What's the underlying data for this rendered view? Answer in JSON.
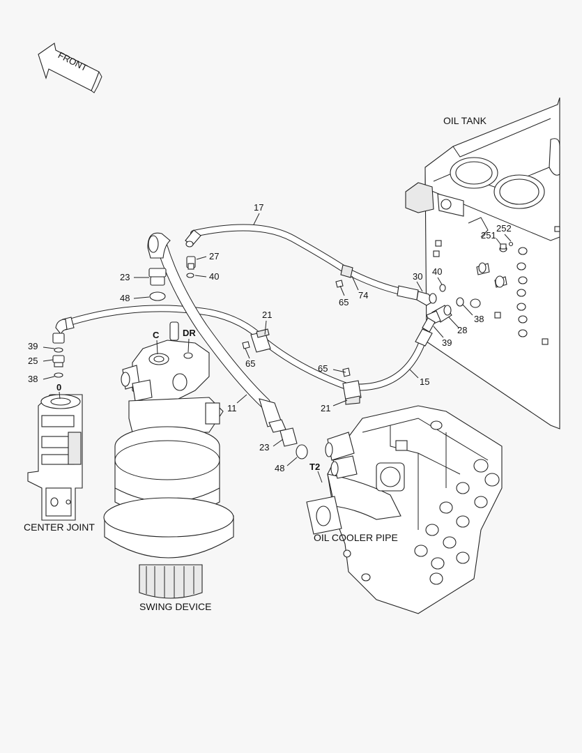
{
  "front_arrow": {
    "text": "FRONT"
  },
  "captions": {
    "oil_tank": "OIL TANK",
    "center_joint": "CENTER JOINT",
    "swing_device": "SWING DEVICE",
    "oil_cooler_pipe": "OIL COOLER PIPE"
  },
  "port_labels": {
    "c": "C",
    "dr": "DR",
    "zero": "0",
    "t2": "T2"
  },
  "callouts": {
    "n17": "17",
    "n27": "27",
    "n40a": "40",
    "n23a": "23",
    "n48a": "48",
    "n65a": "65",
    "n74": "74",
    "n30": "30",
    "n40b": "40",
    "n252": "252",
    "n251": "251",
    "n28": "28",
    "n38a": "38",
    "n39a": "39",
    "n21a": "21",
    "n65b": "65",
    "n65c": "65",
    "n15": "15",
    "n21b": "21",
    "n11": "11",
    "n23b": "23",
    "n48b": "48",
    "n39b": "39",
    "n25": "25",
    "n38b": "38"
  }
}
